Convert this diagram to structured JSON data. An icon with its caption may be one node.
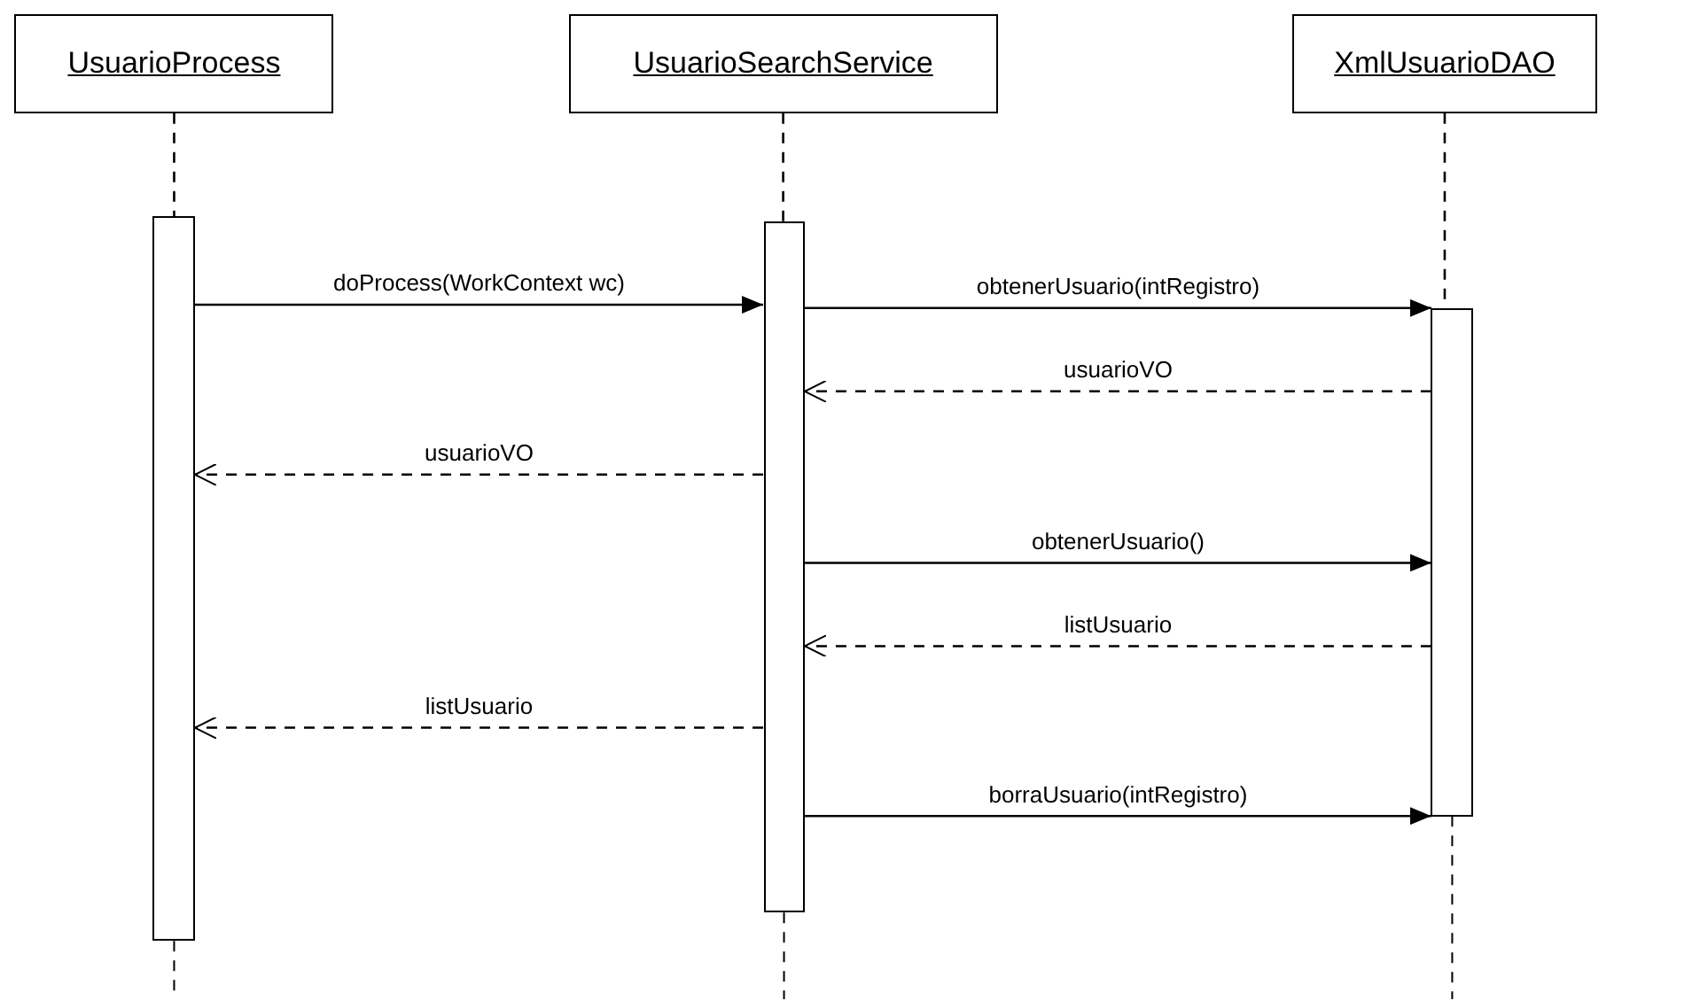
{
  "diagram": {
    "nodes": [
      {
        "text": [
          "UsuarioProcess"
        ]
      },
      {
        "text": [
          "UsuarioSearchService"
        ]
      },
      {
        "text": [
          "XmlUsuarioDAO"
        ]
      },
      {
        "text": [],
        "shape": "bar"
      },
      {
        "text": [],
        "shape": "bar"
      },
      {
        "text": [],
        "shape": "bar"
      }
    ],
    "edges": [
      {
        "from": 0,
        "to": 3,
        "arrow": "none",
        "style": "dashed"
      },
      {
        "from": 1,
        "to": 4,
        "arrow": "none",
        "style": "dashed"
      },
      {
        "from": 2,
        "to": 5,
        "arrow": "none",
        "style": "dashed"
      },
      {
        "from": 3,
        "to": 4,
        "arrow": "to",
        "label": "doProcess(WorkContext wc)"
      },
      {
        "from": 4,
        "to": 5,
        "arrow": "to",
        "label": "obtenerUsuario(intRegistro)"
      },
      {
        "from": 5,
        "to": 4,
        "arrow": "to",
        "label": "usuarioVO",
        "style": "dashed"
      },
      {
        "from": 4,
        "to": 3,
        "arrow": "to",
        "label": "usuarioVO",
        "style": "dashed"
      },
      {
        "from": 4,
        "to": 5,
        "arrow": "to",
        "label": "obtenerUsuario()"
      },
      {
        "from": 5,
        "to": 4,
        "arrow": "to",
        "label": "listUsuario",
        "style": "dashed"
      },
      {
        "from": 4,
        "to": 3,
        "arrow": "to",
        "label": "listUsuario",
        "style": "dashed"
      },
      {
        "from": 4,
        "to": 5,
        "arrow": "to",
        "label": "borraUsuario(intRegistro)"
      }
    ]
  }
}
